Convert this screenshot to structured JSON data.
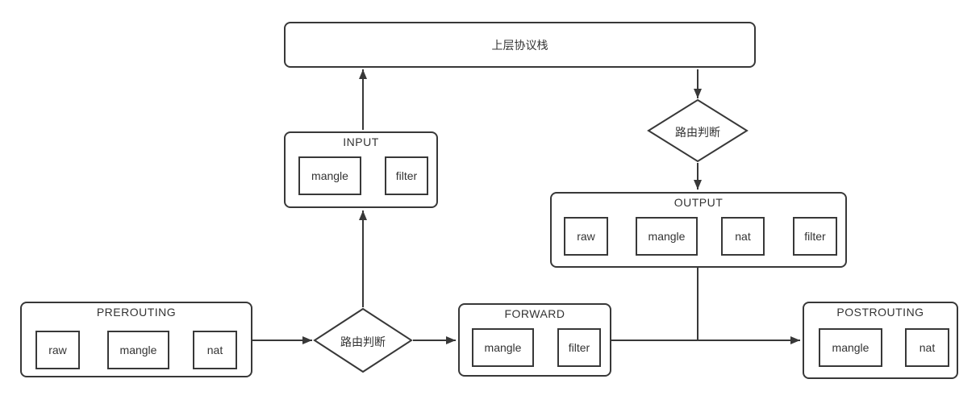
{
  "diagram": {
    "title": "netfilter-iptables-flow",
    "upper_stack": {
      "label": "上层协议栈"
    },
    "routing_top": {
      "label": "路由判断"
    },
    "routing_bottom": {
      "label": "路由判断"
    },
    "chains": {
      "prerouting": {
        "label": "PREROUTING",
        "tables": [
          "raw",
          "mangle",
          "nat"
        ]
      },
      "input": {
        "label": "INPUT",
        "tables": [
          "mangle",
          "filter"
        ]
      },
      "forward": {
        "label": "FORWARD",
        "tables": [
          "mangle",
          "filter"
        ]
      },
      "output": {
        "label": "OUTPUT",
        "tables": [
          "raw",
          "mangle",
          "nat",
          "filter"
        ]
      },
      "postrouting": {
        "label": "POSTROUTING",
        "tables": [
          "mangle",
          "nat"
        ]
      }
    },
    "colors": {
      "stroke": "#383838",
      "text": "#333333",
      "background": "#ffffff"
    }
  }
}
